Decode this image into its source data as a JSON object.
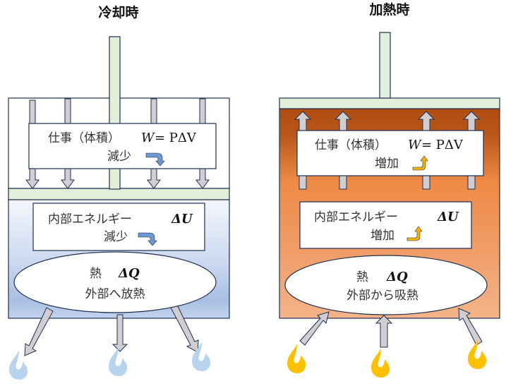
{
  "colors": {
    "outline": "#1f3050",
    "piston_fill": "#e2efda",
    "arrow_fill": "#d0ced2",
    "cool_gradient_top": "#f4f7fc",
    "cool_gradient_bottom": "#a8bfe3",
    "heat_gradient_top": "#b04e12",
    "heat_gradient_mid": "#ef8a45",
    "heat_gradient_bottom": "#f4b488",
    "cool_flame": "#b8d3ee",
    "heat_flame": "#ffc000",
    "decrease_arrow": "#7096cf",
    "increase_arrow": "#f4b400"
  },
  "panels": [
    {
      "id": "cooling",
      "title": "冷却時",
      "work": {
        "label": "仕事（体積）",
        "symbol": "W",
        "equation": "= PΔV",
        "change": "減少",
        "trend": "decrease"
      },
      "internal_energy": {
        "label": "内部エネルギー",
        "symbol": "ΔU",
        "change": "減少",
        "trend": "decrease"
      },
      "heat": {
        "label": "熱",
        "symbol": "ΔQ",
        "description": "外部へ放熱"
      },
      "pressure_arrow_direction": "down",
      "heat_arrow_direction": "outward",
      "flame_icon": "cool-flame-icon"
    },
    {
      "id": "heating",
      "title": "加熱時",
      "work": {
        "label": "仕事（体積）",
        "symbol": "W",
        "equation": "= PΔV",
        "change": "増加",
        "trend": "increase"
      },
      "internal_energy": {
        "label": "内部エネルギー",
        "symbol": "ΔU",
        "change": "増加",
        "trend": "increase"
      },
      "heat": {
        "label": "熱",
        "symbol": "ΔQ",
        "description": "外部から吸熱"
      },
      "pressure_arrow_direction": "up",
      "heat_arrow_direction": "inward",
      "flame_icon": "hot-flame-icon"
    }
  ]
}
